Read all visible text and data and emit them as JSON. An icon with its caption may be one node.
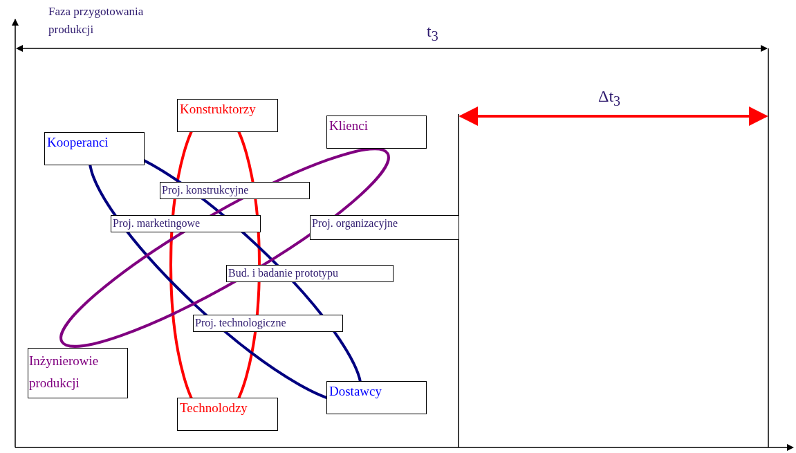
{
  "diagram": {
    "nodes": [
      {
        "text": [
          "Konstruktorzy"
        ]
      },
      {
        "text": [
          "Klienci"
        ]
      },
      {
        "text": [
          "Kooperanci"
        ]
      },
      {
        "text": [
          "Proj. konstrukcyjne"
        ]
      },
      {
        "text": [
          "Proj. marketingowe"
        ]
      },
      {
        "text": [
          "Proj. organizacyjne"
        ]
      },
      {
        "text": [
          "Bud. i badanie prototypu"
        ]
      },
      {
        "text": [
          "Proj. technologiczne"
        ]
      },
      {
        "text": [
          "Inżynierowie produkcji"
        ]
      },
      {
        "text": [
          "Dostawcy"
        ]
      },
      {
        "text": [
          "Technolodzy"
        ]
      }
    ],
    "labels": [
      "Faza przygotowania produkcji",
      "t$_{3}$",
      "Δt$_{3}$"
    ]
  }
}
